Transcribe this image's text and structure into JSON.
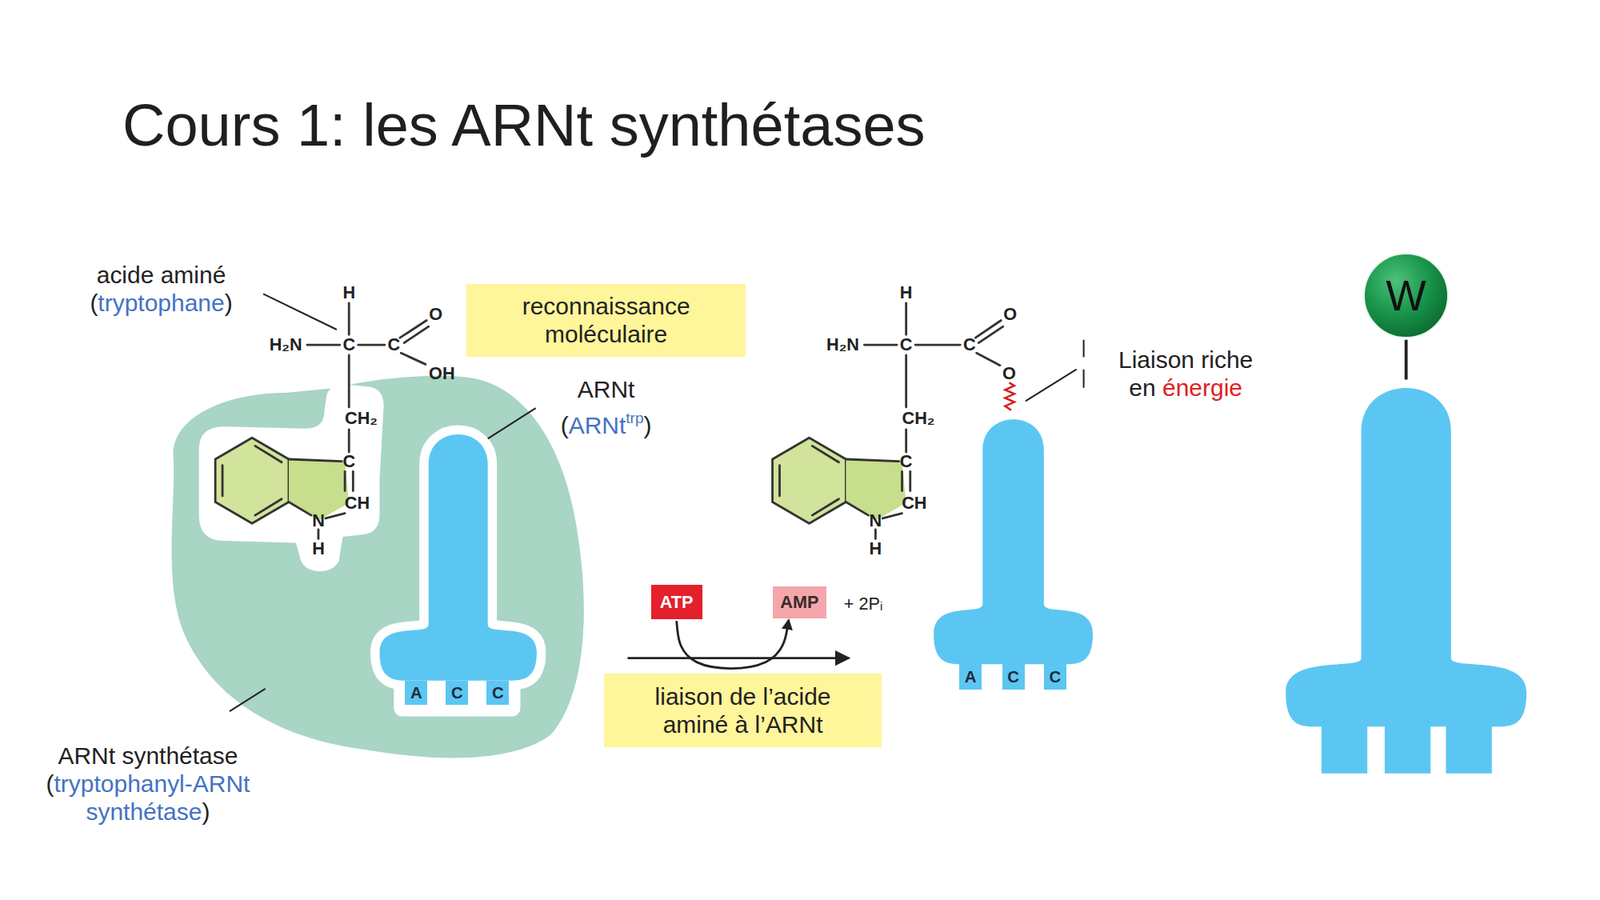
{
  "diagram": {
    "title": "Cours 1: les ARNt synthétases",
    "nodes": [
      {
        "text": [
          "reconnaissance moléculaire"
        ]
      },
      {
        "text": [
          "W"
        ]
      },
      {
        "text": [
          "ATP"
        ]
      },
      {
        "text": [
          "AMP"
        ]
      },
      {
        "text": [
          "A"
        ]
      },
      {
        "text": [
          "C"
        ]
      },
      {
        "text": [
          "C"
        ]
      },
      {
        "text": [
          "A"
        ]
      },
      {
        "text": [
          "C"
        ]
      },
      {
        "text": [
          "C"
        ]
      },
      {
        "text": [
          "liaison de l’acide aminé à l’ARNt"
        ]
      }
    ],
    "edges": [
      {
        "from": 2,
        "to": 3,
        "arrow": "to"
      }
    ],
    "labels": [
      "acide aminé (tryptophane)",
      "ARNt",
      "(ARNt",
      "trp",
      ")",
      "ARNt synthétase (tryptophanyl-ARNt synthétase)",
      "Liaison riche en énergie",
      "+ 2Pᵢ",
      "H",
      "H₂N",
      "C",
      "C",
      "O",
      "OH",
      "CH₂",
      "C",
      "CH",
      "N",
      "H",
      "H",
      "H₂N",
      "C",
      "C",
      "O",
      "O",
      "CH₂",
      "C",
      "CH",
      "N",
      "H"
    ]
  }
}
